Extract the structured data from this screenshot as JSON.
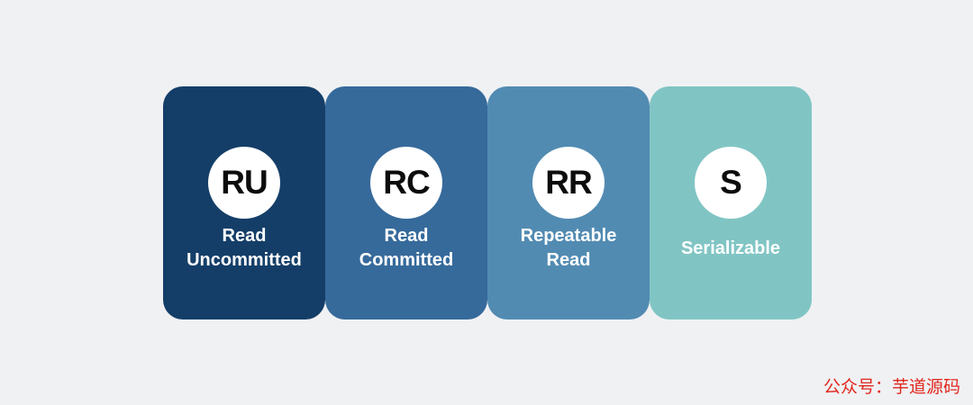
{
  "levels": [
    {
      "abbr": "RU",
      "line1": "Read",
      "line2": "Uncommitted",
      "color": "#143e68"
    },
    {
      "abbr": "RC",
      "line1": "Read",
      "line2": "Committed",
      "color": "#366a9b"
    },
    {
      "abbr": "RR",
      "line1": "Repeatable",
      "line2": "Read",
      "color": "#528bb2"
    },
    {
      "abbr": "S",
      "line1": "Serializable",
      "line2": "",
      "color": "#80c5c4"
    }
  ],
  "watermark": "公众号：芋道源码",
  "colors": {
    "background": "#f0f1f3",
    "badge": "#ffffff",
    "watermark": "#e0281e"
  }
}
